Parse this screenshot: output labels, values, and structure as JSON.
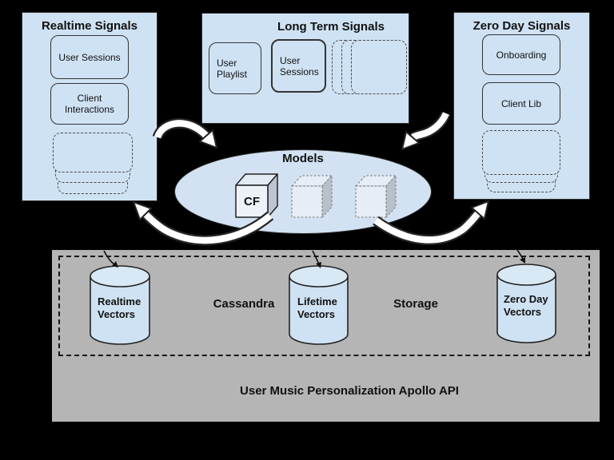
{
  "signal_groups": [
    {
      "title": "Realtime Signals",
      "items": [
        "User Sessions",
        "Client Interactions"
      ],
      "placeholder_count": 3
    },
    {
      "title": "Long Term Signals",
      "items": [
        "User Playlist",
        "User Sessions"
      ],
      "placeholder_count": 3
    },
    {
      "title": "Zero Day Signals",
      "items": [
        "Onboarding",
        "Client Lib"
      ],
      "placeholder_count": 3
    }
  ],
  "models": {
    "title": "Models",
    "solid_cube_label": "CF",
    "dotted_cube_count": 2
  },
  "storage": {
    "cassandra_label": "Cassandra",
    "storage_label": "Storage",
    "cylinders": [
      "Realtime\nVectors",
      "Lifetime\nVectors",
      "Zero Day\nVectors"
    ],
    "api_label": "User Music Personalization Apollo API"
  },
  "colors": {
    "background": "#000000",
    "panel_blue": "#cfe2f3",
    "ellipse_blue": "#d2e2f2",
    "storage_gray": "#b5b5b5",
    "arrow_white": "#ffffff",
    "stroke_dark": "#222222"
  }
}
